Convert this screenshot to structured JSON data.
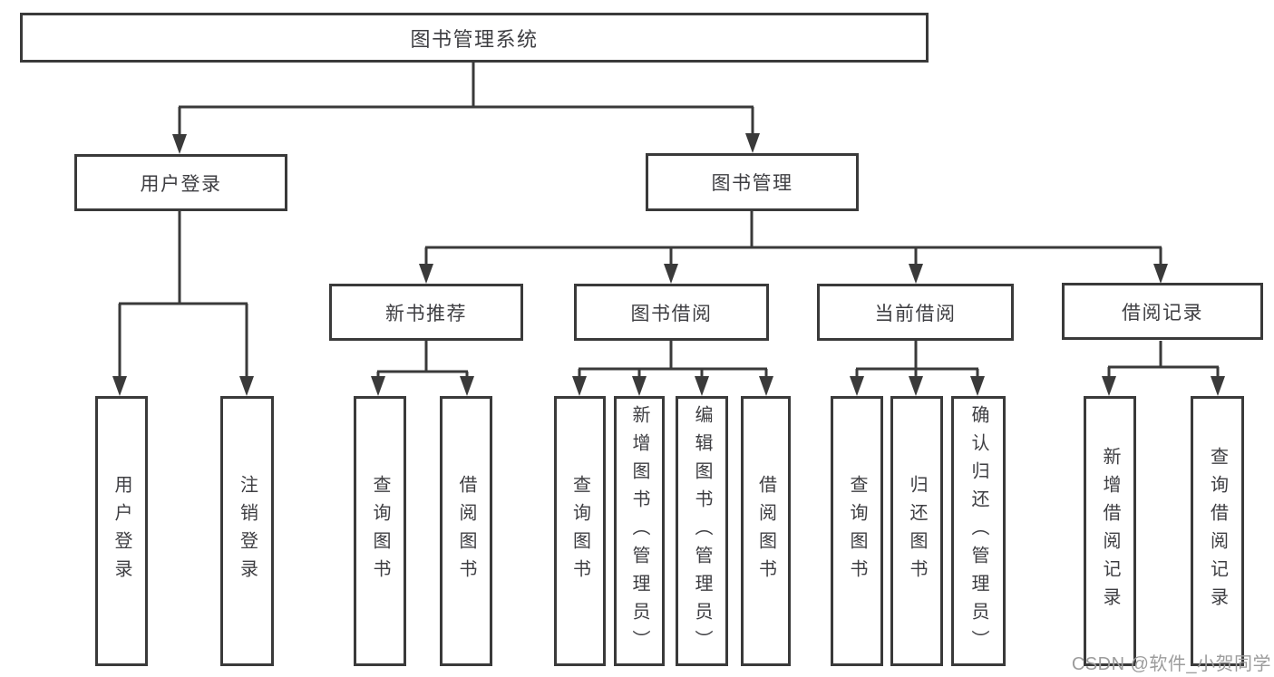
{
  "diagram": {
    "type": "hierarchy-tree",
    "title": "图书管理系统",
    "watermark": "CSDN @软件_小贺同学",
    "colors": {
      "background": "#ffffff",
      "box_border": "#3a3a3a",
      "connector_line": "#3a3a3a",
      "text": "#3e3e42",
      "watermark_text": "#9c9c9c"
    },
    "nodes": {
      "root": "图书管理系统",
      "user_login": "用户登录",
      "book_mgmt": "图书管理",
      "new_book_rec": "新书推荐",
      "book_borrow": "图书借阅",
      "current_borrow": "当前借阅",
      "borrow_record": "借阅记录",
      "ul_login": "用户登录",
      "ul_logout": "注销登录",
      "nb_query": "查询图书",
      "nb_borrow": "借阅图书",
      "bb_query": "查询图书",
      "bb_add": "新增图书（管理员）",
      "bb_edit": "编辑图书（管理员）",
      "bb_borrow": "借阅图书",
      "cb_query": "查询图书",
      "cb_return": "归还图书",
      "cb_confirm": "确认归还（管理员）",
      "br_add": "新增借阅记录",
      "br_query": "查询借阅记录"
    },
    "structure": {
      "图书管理系统": {
        "用户登录": [
          "用户登录",
          "注销登录"
        ],
        "图书管理": {
          "新书推荐": [
            "查询图书",
            "借阅图书"
          ],
          "图书借阅": [
            "查询图书",
            "新增图书（管理员）",
            "编辑图书（管理员）",
            "借阅图书"
          ],
          "当前借阅": [
            "查询图书",
            "归还图书",
            "确认归还（管理员）"
          ],
          "借阅记录": [
            "新增借阅记录",
            "查询借阅记录"
          ]
        }
      }
    }
  }
}
